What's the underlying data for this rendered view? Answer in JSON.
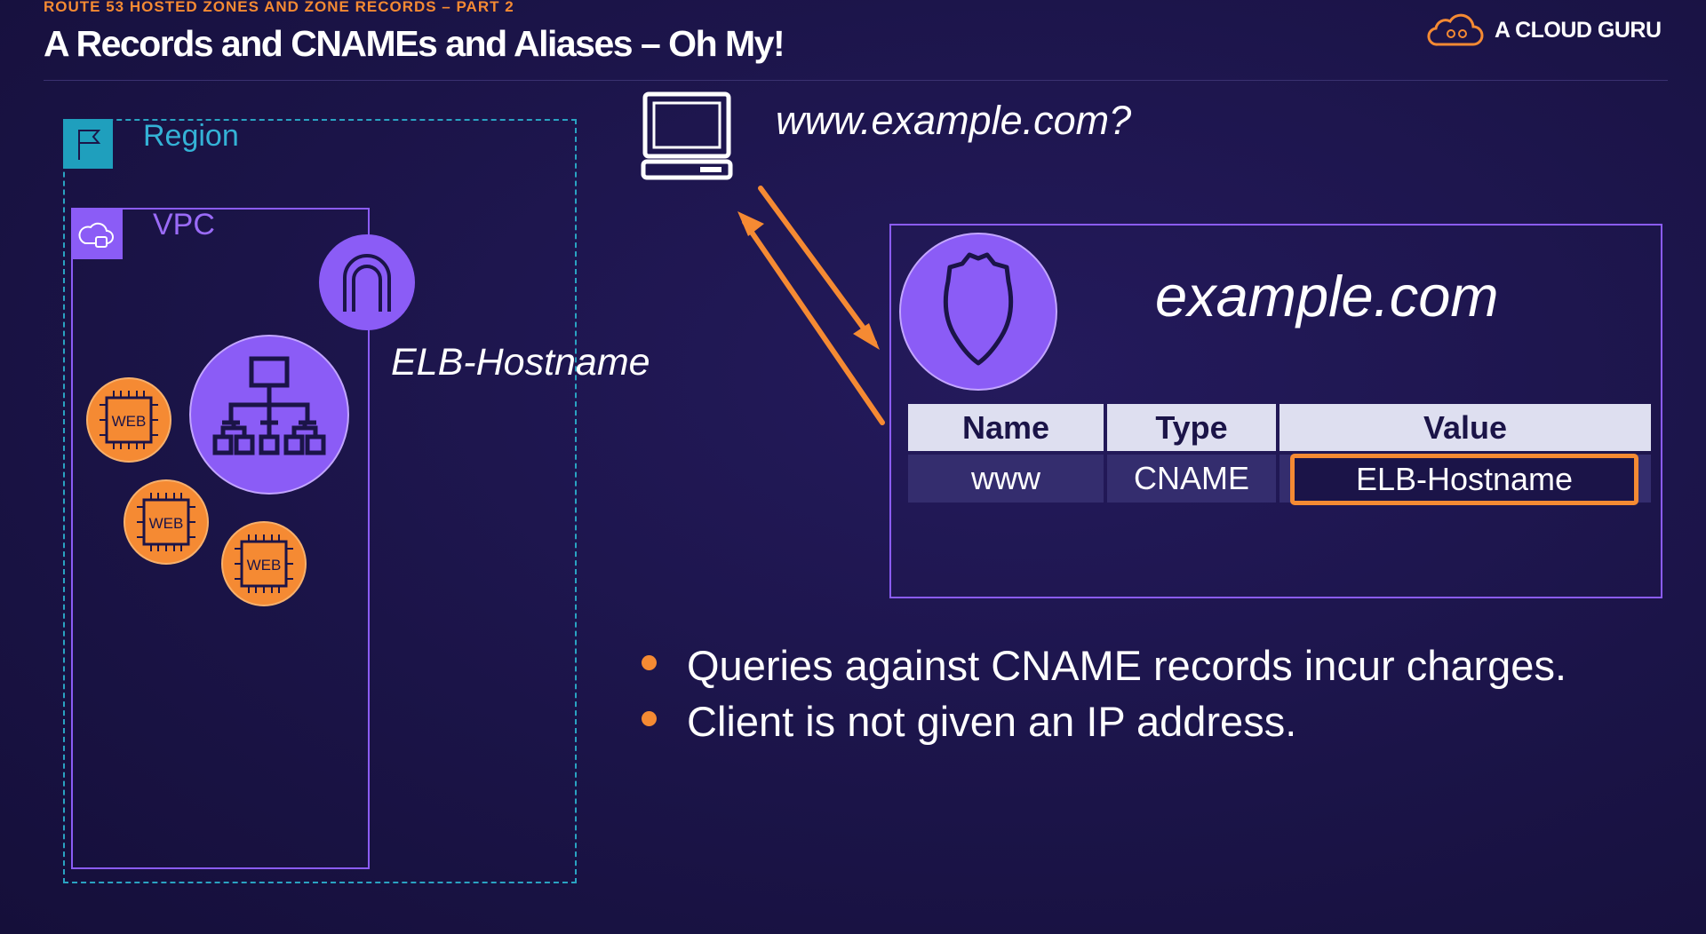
{
  "header": {
    "kicker": "ROUTE 53 HOSTED ZONES AND ZONE RECORDS – PART 2",
    "title": "A Records and CNAMEs and Aliases – Oh My!",
    "brand": "A CLOUD GURU",
    "brand_icon": "cloud-logo-icon"
  },
  "diagram": {
    "region_label": "Region",
    "vpc_label": "VPC",
    "elb_hostname": "ELB-Hostname",
    "web_label": "WEB",
    "query": "www.example.com?",
    "zone_name": "example.com",
    "colors": {
      "accent": "#f58a33",
      "purple": "#8b5cf6",
      "teal": "#2aa3c2",
      "bg": "#1b1448"
    }
  },
  "table": {
    "headers": {
      "name": "Name",
      "type": "Type",
      "value": "Value"
    },
    "rows": [
      {
        "name": "www",
        "type": "CNAME",
        "value": "ELB-Hostname"
      }
    ]
  },
  "bullets": [
    "Queries against CNAME records incur charges.",
    "Client is not given an IP address."
  ]
}
